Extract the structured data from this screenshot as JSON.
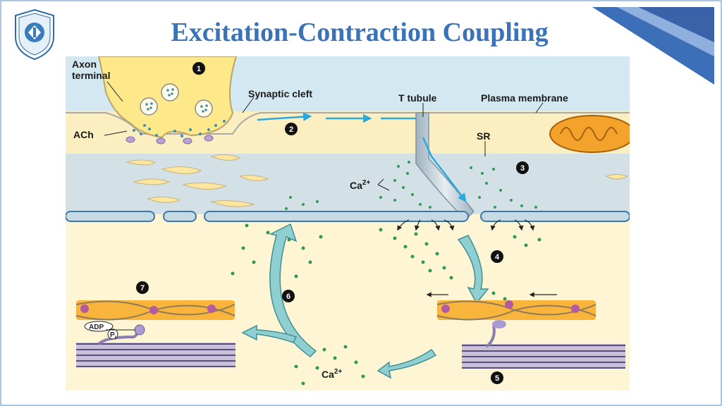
{
  "slide": {
    "title": "Excitation-Contraction Coupling",
    "logo_icon": "university-seal-icon"
  },
  "labels": {
    "axon_terminal_line1": "Axon",
    "axon_terminal_line2": "terminal",
    "synaptic_cleft": "Synaptic cleft",
    "t_tubule": "T tubule",
    "plasma_membrane": "Plasma membrane",
    "ach": "ACh",
    "sr": "SR",
    "ca_top": "Ca",
    "ca_top_sup": "2+",
    "ca_bottom": "Ca",
    "ca_bottom_sup": "2+",
    "adp": "ADP",
    "p": "P",
    "p_sub": "i"
  },
  "steps": [
    "1",
    "2",
    "3",
    "4",
    "5",
    "6",
    "7"
  ],
  "colors": {
    "title": "#3a73b7",
    "axon": "#fde98a",
    "cytoplasm": "#fdf5d3",
    "extracellular": "#d4e8f1",
    "sr_band": "#d3e0e6",
    "calcium": "#2e9a55",
    "arrow": "#8fcfd1",
    "membrane": "#4a86b8"
  }
}
